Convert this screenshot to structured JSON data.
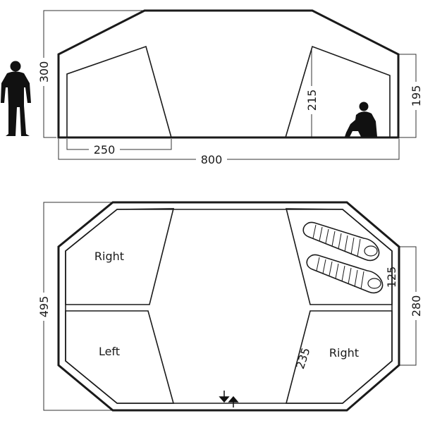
{
  "side_view": {
    "dimensions": {
      "total_length": "800",
      "vestibule_length": "250",
      "peak_height": "300",
      "bedroom_height": "215",
      "wall_height": "195"
    }
  },
  "floor_plan": {
    "rooms": {
      "top_left": "Right",
      "bottom_left": "Left",
      "bottom_right": "Right"
    },
    "dimensions": {
      "total_width": "495",
      "bedroom_depth": "280",
      "bag_area": "125",
      "bedroom_width": "235"
    }
  }
}
